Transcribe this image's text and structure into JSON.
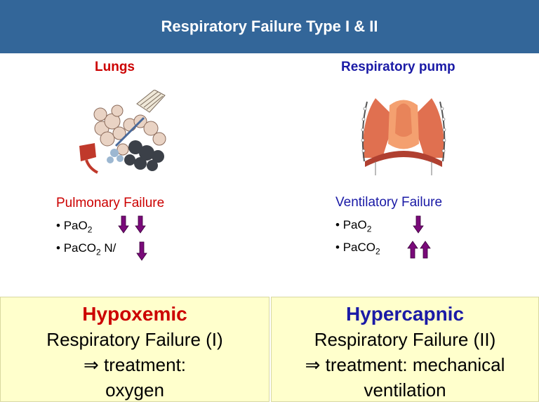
{
  "title": "Respiratory Failure Type I & II",
  "left": {
    "heading": "Lungs",
    "failure_title": "Pulmonary Failure",
    "bullets": [
      {
        "bullet": "•",
        "text": "PaO",
        "sub": "2",
        "suffix": ""
      },
      {
        "bullet": "•",
        "text": "PaCO",
        "sub": "2",
        "suffix": " N/"
      }
    ],
    "box": {
      "title": "Hypoxemic",
      "line1": "Respiratory Failure (I)",
      "line2": "⇒ treatment:",
      "line3": "oxygen"
    }
  },
  "right": {
    "heading": "Respiratory pump",
    "failure_title": "Ventilatory Failure",
    "bullets": [
      {
        "bullet": "•",
        "text": "PaO",
        "sub": "2",
        "suffix": ""
      },
      {
        "bullet": "•",
        "text": "PaCO",
        "sub": "2",
        "suffix": ""
      }
    ],
    "box": {
      "title": "Hypercapnic",
      "line1": "Respiratory Failure (II)",
      "line2": "⇒ treatment: mechanical",
      "line3": "ventilation"
    }
  },
  "colors": {
    "banner": "#336699",
    "lungs_red": "#cc0000",
    "pump_blue": "#1a1aa6",
    "box_bg": "#ffffcc",
    "arrow": "#7a0a7a"
  }
}
